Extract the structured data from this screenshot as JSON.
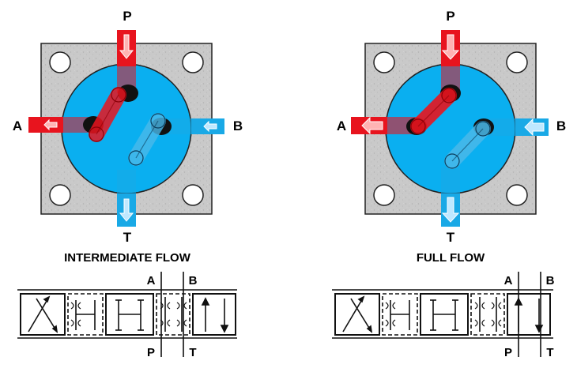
{
  "panels": [
    {
      "id": "intermediate",
      "caption": "INTERMEDIATE FLOW",
      "ports": {
        "p": "P",
        "a": "A",
        "b": "B",
        "t": "T"
      },
      "symbol_ports": {
        "a": "A",
        "b": "B",
        "p": "P",
        "t": "T"
      }
    },
    {
      "id": "full",
      "caption": "FULL FLOW",
      "ports": {
        "p": "P",
        "a": "A",
        "b": "B",
        "t": "T"
      },
      "symbol_ports": {
        "a": "A",
        "b": "B",
        "p": "P",
        "t": "T"
      }
    }
  ],
  "colors": {
    "pressure": "#e8141e",
    "tank": "#19a9e6",
    "rotor": "#0aaff0",
    "body": "#c8c8c8",
    "outline": "#111111"
  }
}
